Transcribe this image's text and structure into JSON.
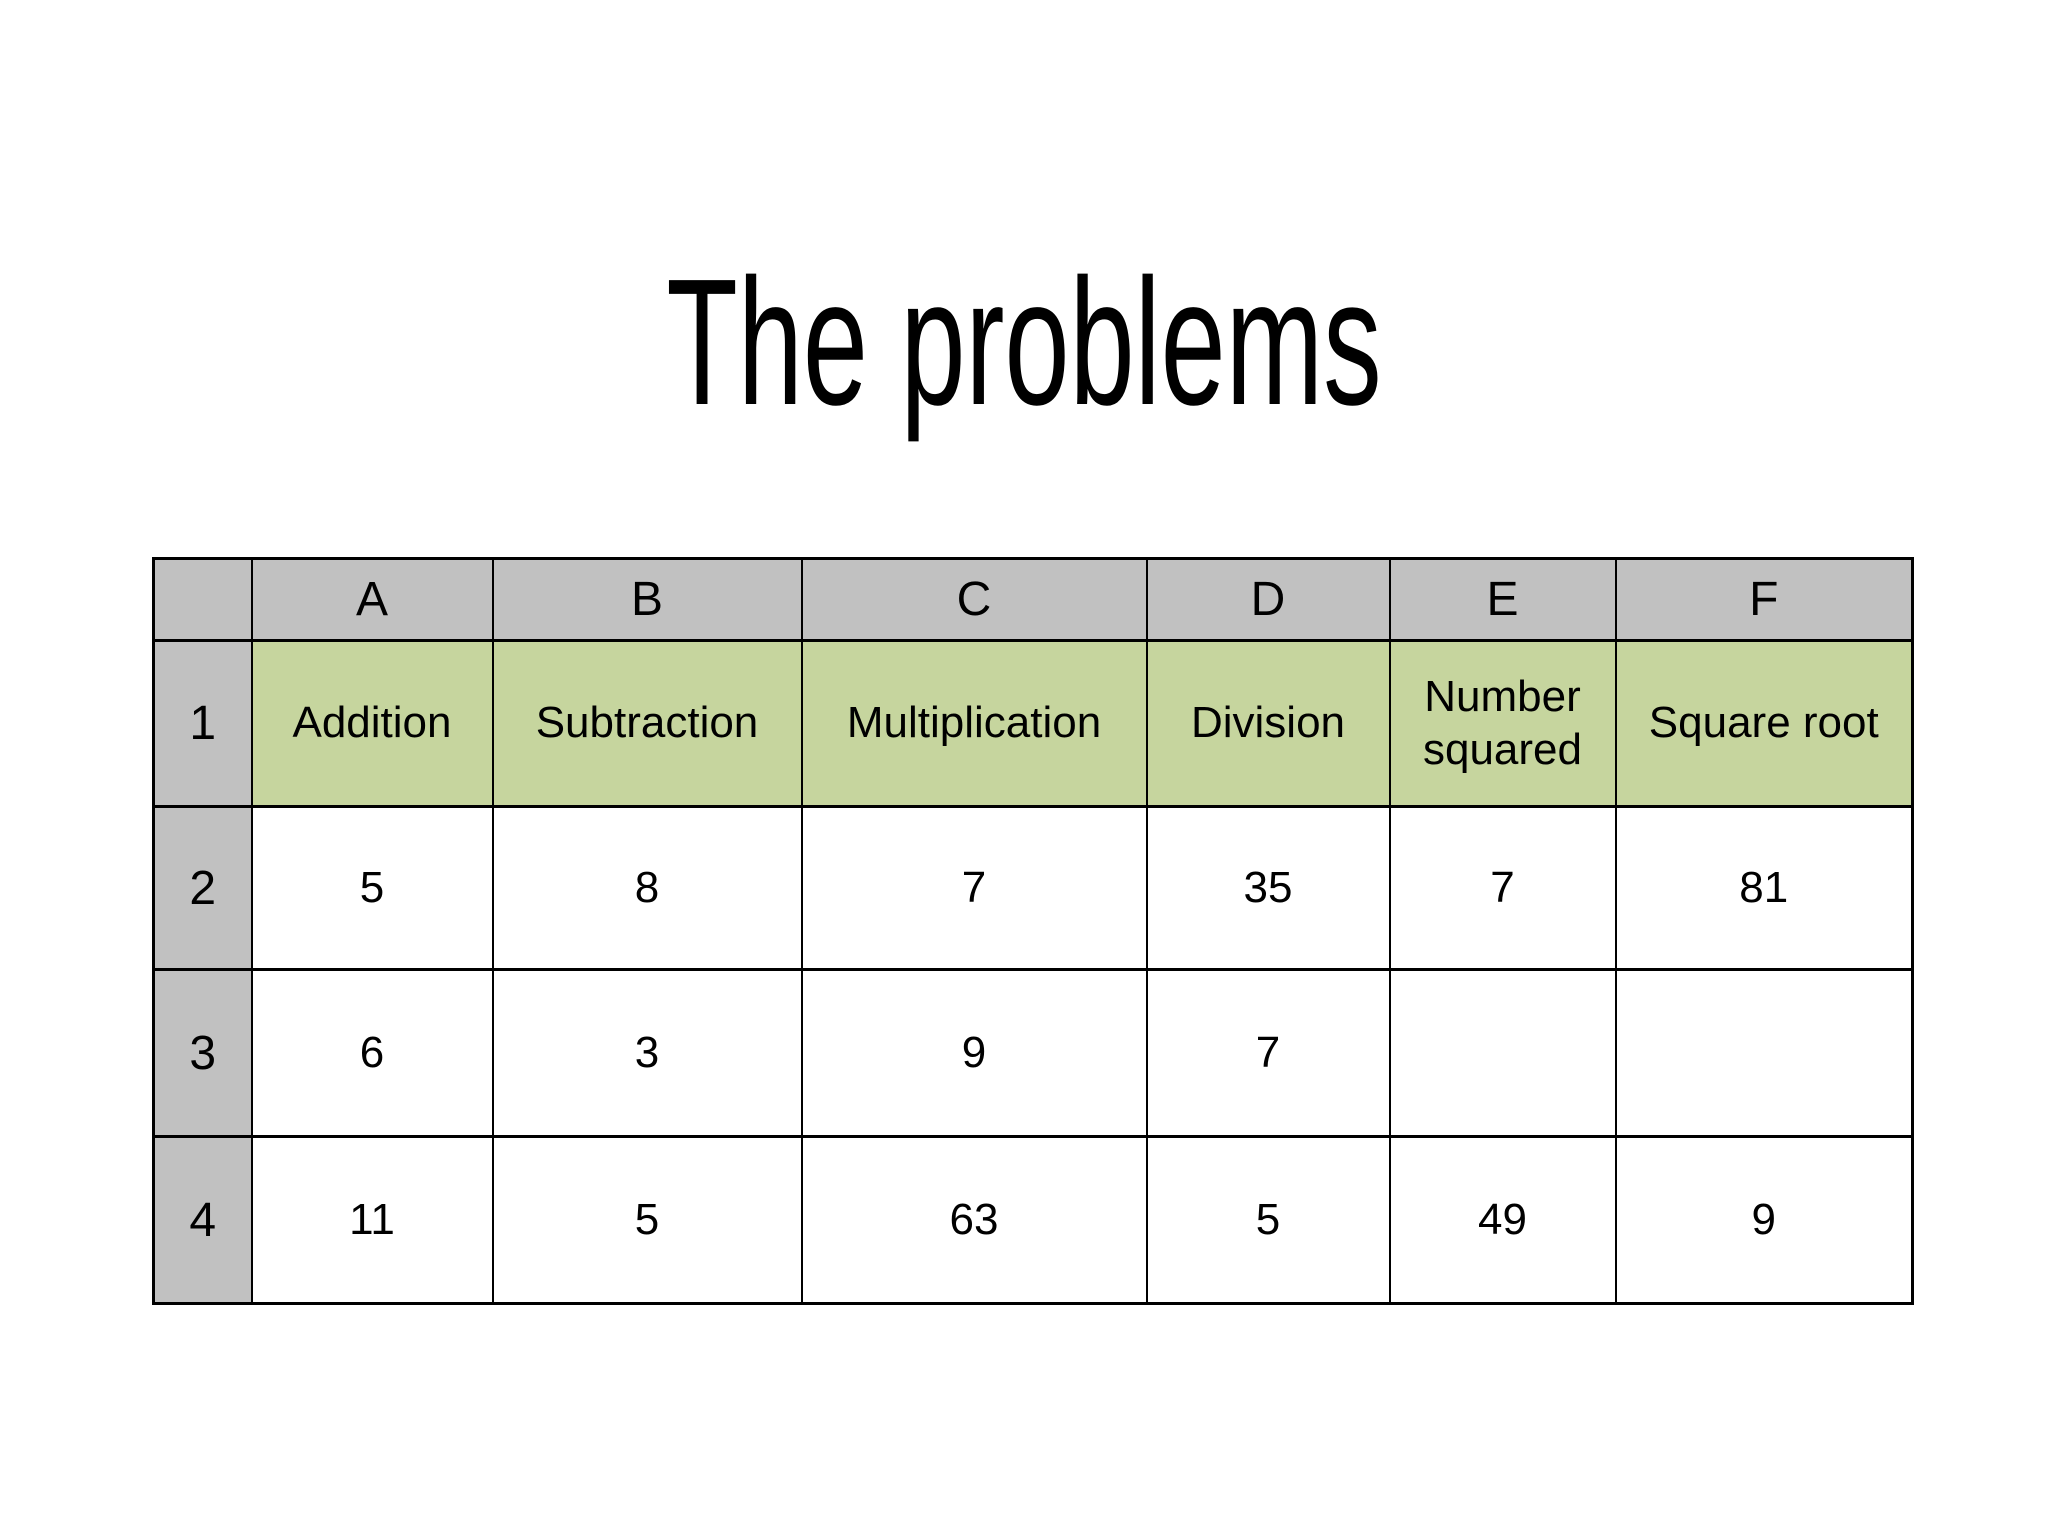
{
  "title": "The problems",
  "table": {
    "column_headers": [
      "A",
      "B",
      "C",
      "D",
      "E",
      "F"
    ],
    "row_headers": [
      "1",
      "2",
      "3",
      "4"
    ],
    "category_row": [
      "Addition",
      "Subtraction",
      "Multiplication",
      "Division",
      "Number squared",
      "Square root"
    ],
    "data_rows": [
      [
        "5",
        "8",
        "7",
        "35",
        "7",
        "81"
      ],
      [
        "6",
        "3",
        "9",
        "7",
        "",
        ""
      ],
      [
        "11",
        "5",
        "63",
        "5",
        "49",
        "9"
      ]
    ]
  },
  "colors": {
    "background": "#ffffff",
    "header_fill": "#c1c1c1",
    "row_header_fill": "#c1c1c1",
    "category_fill": "#c6d59e",
    "border": "#000000",
    "text": "#000000"
  }
}
